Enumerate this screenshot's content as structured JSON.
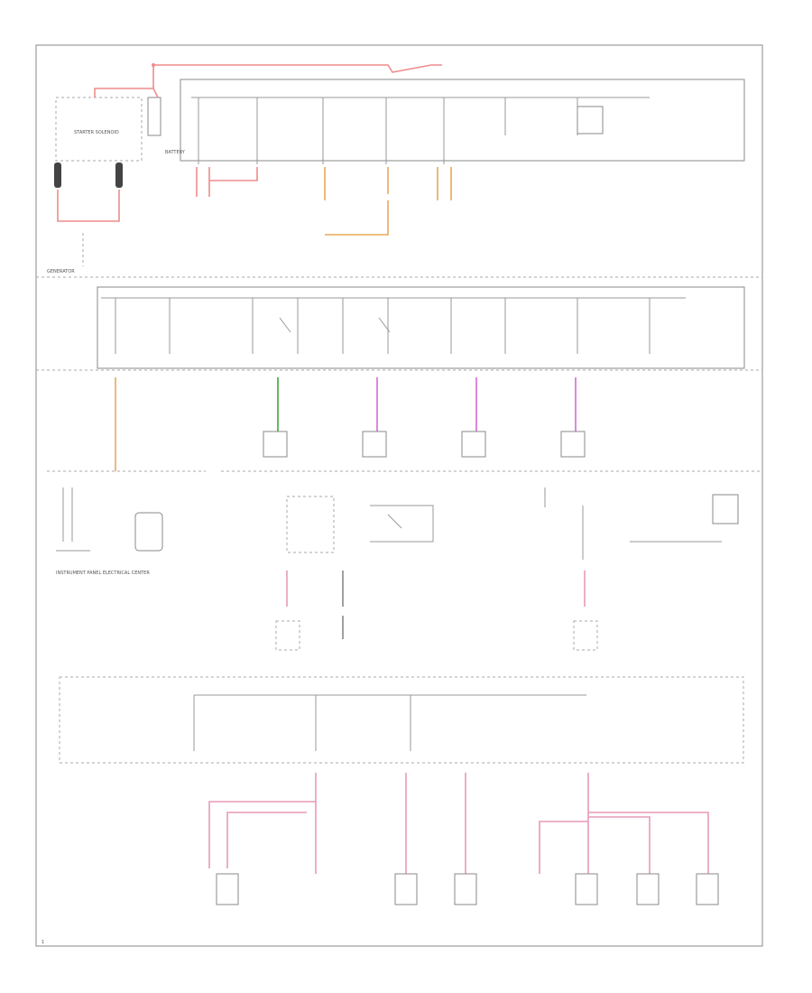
{
  "diagram": {
    "wire_colors": {
      "red": "#ee8c8c",
      "pink": "#e79ab8",
      "orange": "#e8a85a",
      "green": "#3da53d",
      "magenta": "#d46bd4",
      "gray": "#888888"
    },
    "labels": {
      "starter_solenoid": "STARTER SOLENOID",
      "battery": "BATTERY",
      "generator": "GENERATOR",
      "ip_fuse_center": "INSTRUMENT PANEL ELECTRICAL CENTER",
      "page_ref": "1"
    }
  }
}
